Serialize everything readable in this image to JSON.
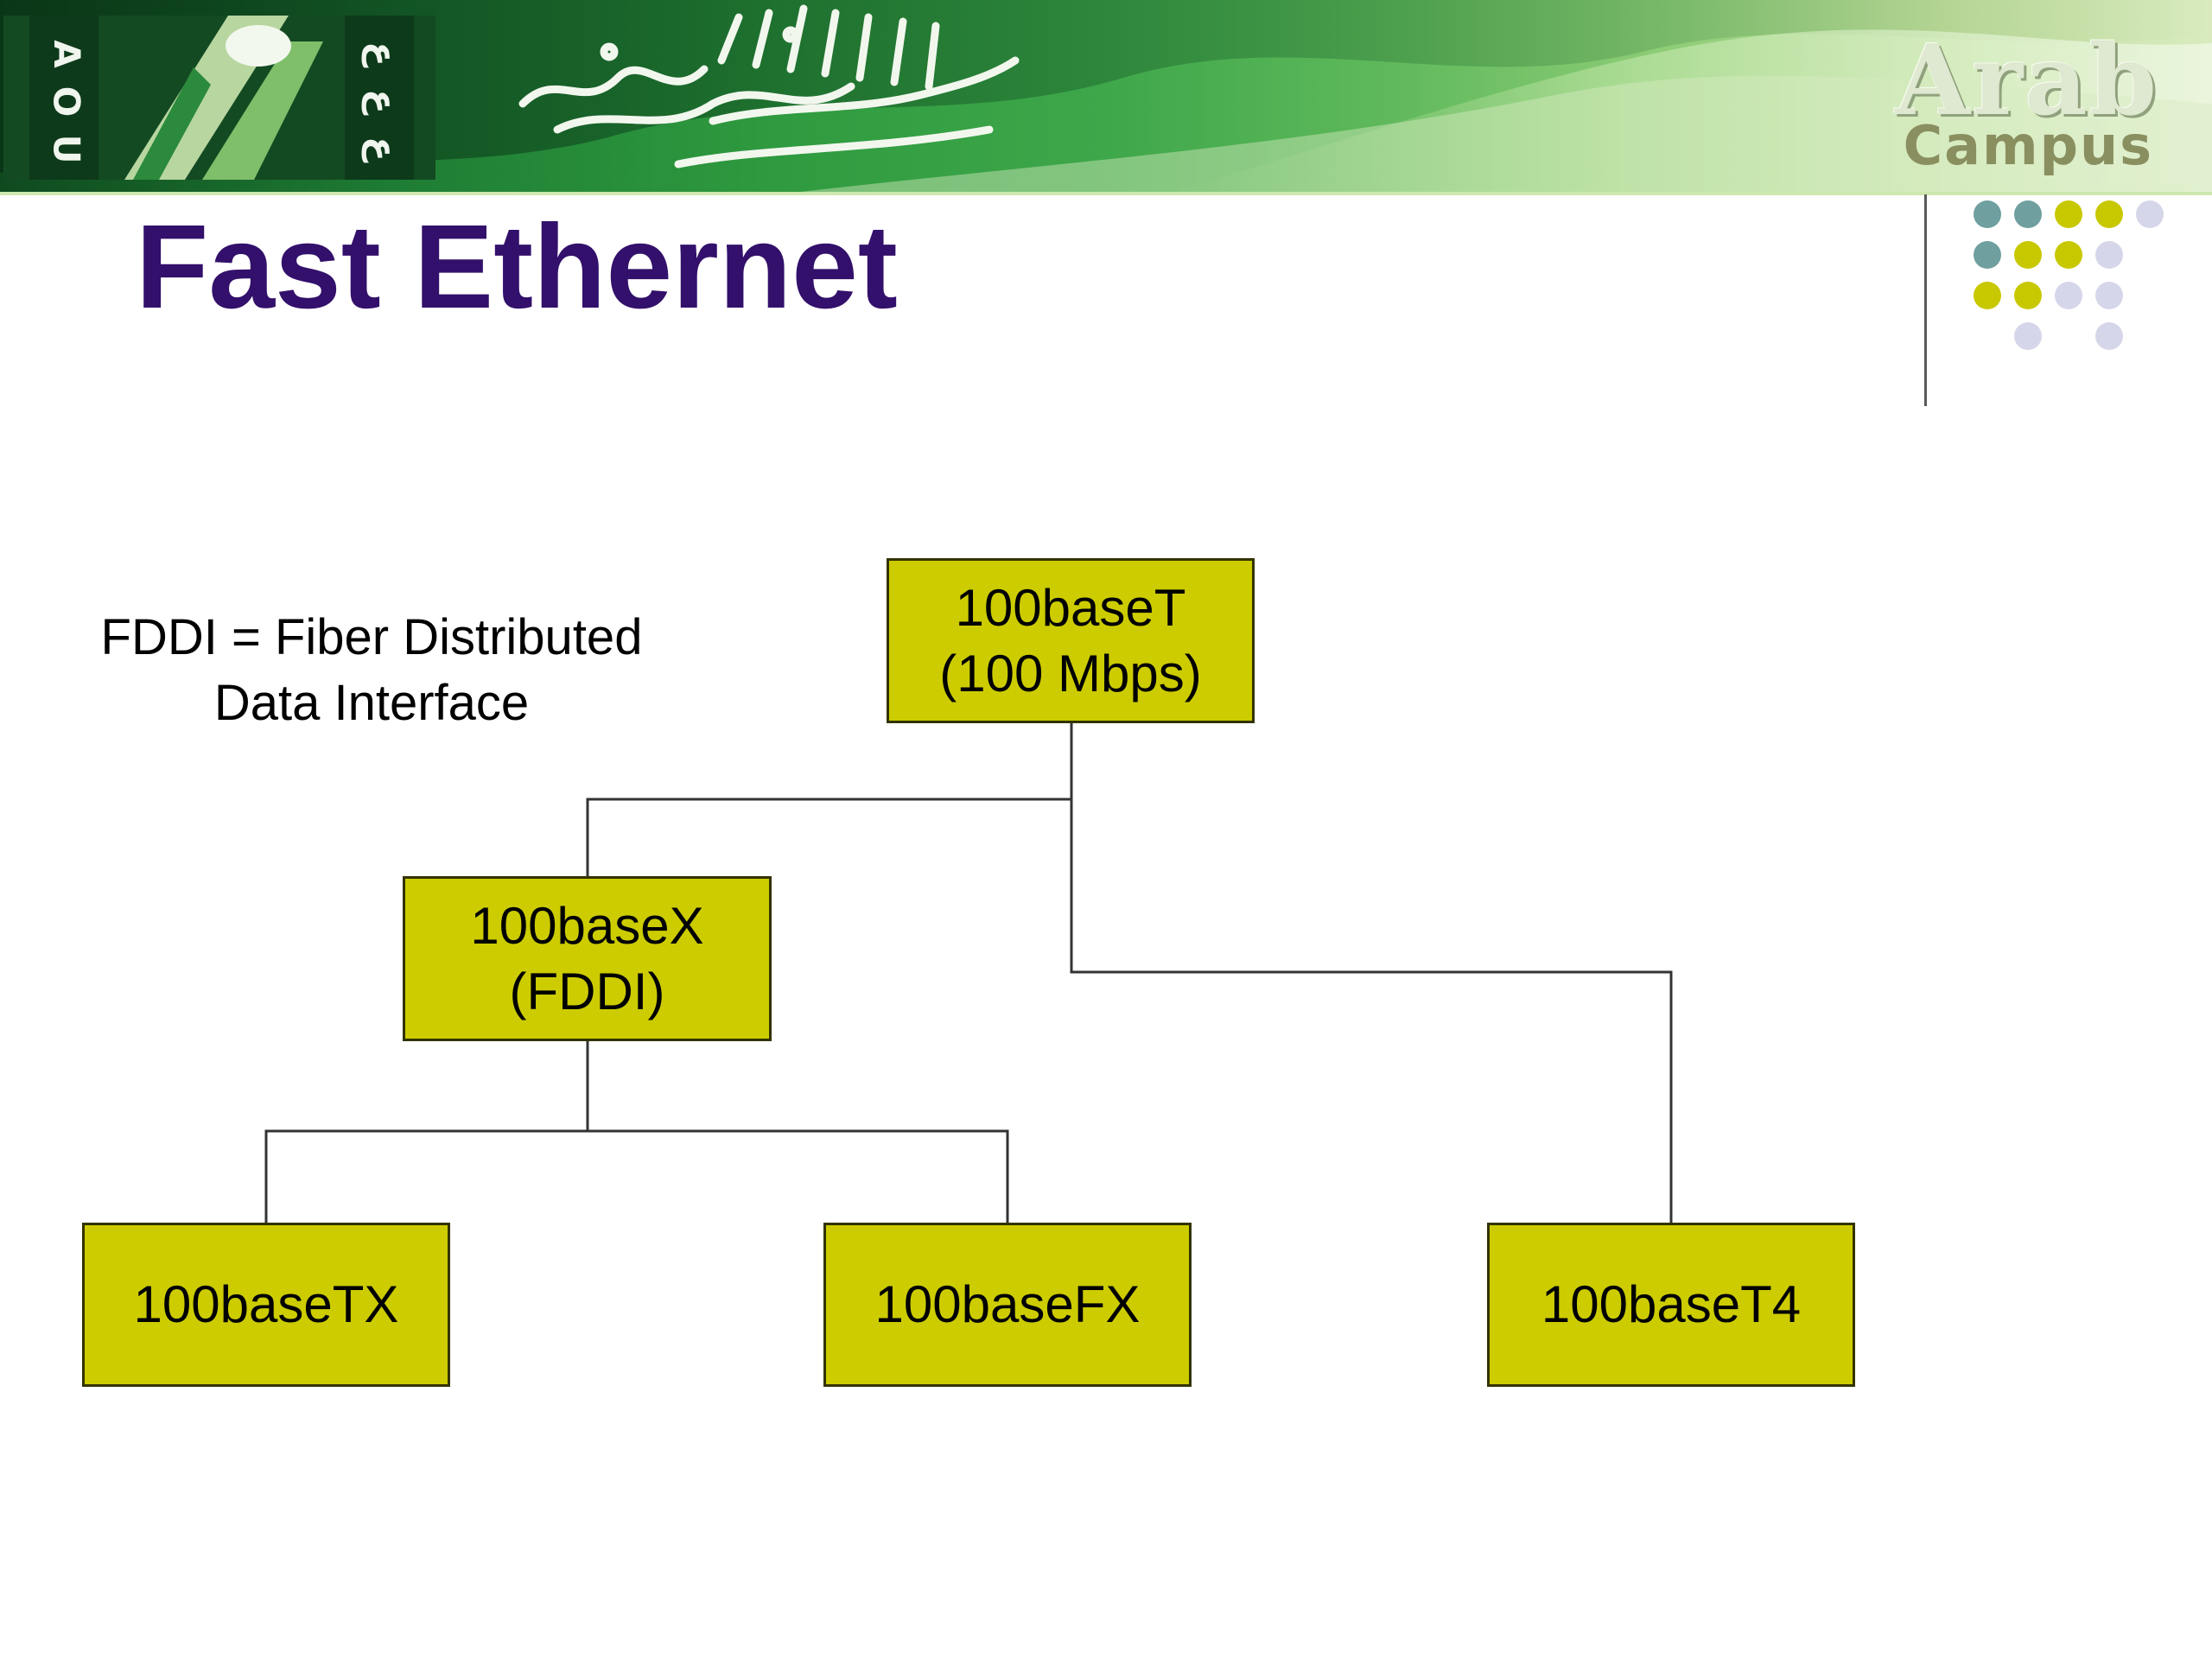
{
  "banner": {
    "logo_left_letters": [
      "A",
      "O",
      "U"
    ],
    "logo_right_letters": [
      "ع",
      "ع",
      "ع"
    ],
    "brand_line1": "Arab",
    "brand_line2": "Campus"
  },
  "slide": {
    "title": "Fast Ethernet",
    "note_line1": "FDDI = Fiber Distributed",
    "note_line2": "Data Interface"
  },
  "diagram": {
    "nodes": {
      "root": {
        "line1": "100baseT",
        "line2": "(100 Mbps)"
      },
      "x": {
        "line1": "100baseX",
        "line2": "(FDDI)"
      },
      "tx": {
        "line1": "100baseTX"
      },
      "fx": {
        "line1": "100baseFX"
      },
      "t4": {
        "line1": "100baseT4"
      }
    },
    "edges": [
      [
        "100baseT",
        "100baseX"
      ],
      [
        "100baseT",
        "100baseT4"
      ],
      [
        "100baseX",
        "100baseTX"
      ],
      [
        "100baseX",
        "100baseFX"
      ]
    ]
  },
  "colors": {
    "node_fill": "#cccc00",
    "title": "#33106b",
    "dot_teal": "#6f9f9f",
    "dot_olive": "#c8c800",
    "dot_lavender": "#d6d6ea"
  }
}
